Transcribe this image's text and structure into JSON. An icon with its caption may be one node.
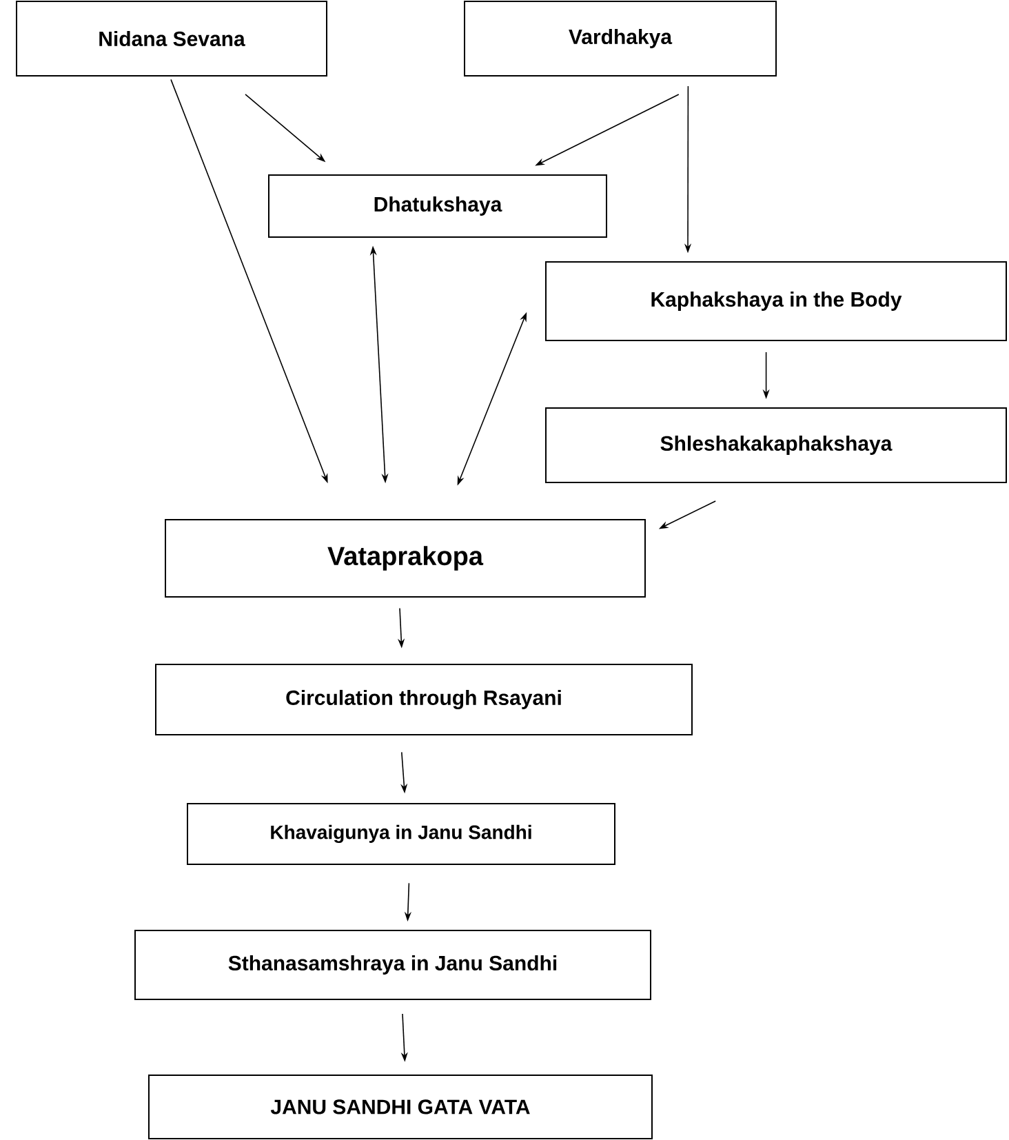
{
  "diagram": {
    "nodes": [
      {
        "text": [
          "Nidana Sevana"
        ]
      },
      {
        "text": [
          "Vardhakya"
        ]
      },
      {
        "text": [
          "Dhatukshaya"
        ]
      },
      {
        "text": [
          "Kaphakshaya in the Body"
        ]
      },
      {
        "text": [
          "Shleshakakaphakshaya"
        ]
      },
      {
        "text": [
          "Vataprakopa"
        ]
      },
      {
        "text": [
          "Circulation through Rsayani"
        ]
      },
      {
        "text": [
          "Khavaigunya in Janu Sandhi"
        ]
      },
      {
        "text": [
          "Sthanasamshraya in Janu Sandhi"
        ]
      },
      {
        "text": [
          "JANU SANDHI GATA VATA"
        ]
      }
    ],
    "edges": [
      {
        "from": 0,
        "to": 2,
        "arrow": "to"
      },
      {
        "from": 1,
        "to": 2,
        "arrow": "to"
      },
      {
        "from": 0,
        "to": 5,
        "arrow": "to"
      },
      {
        "from": 2,
        "to": 5,
        "arrow": "both"
      },
      {
        "from": 5,
        "to": 3,
        "arrow": "both"
      },
      {
        "from": 1,
        "to": 3,
        "arrow": "to"
      },
      {
        "from": 3,
        "to": 4,
        "arrow": "to"
      },
      {
        "from": 4,
        "to": 5,
        "arrow": "to"
      },
      {
        "from": 5,
        "to": 6,
        "arrow": "to"
      },
      {
        "from": 6,
        "to": 7,
        "arrow": "to"
      },
      {
        "from": 7,
        "to": 8,
        "arrow": "to"
      },
      {
        "from": 8,
        "to": 9,
        "arrow": "to"
      }
    ]
  }
}
